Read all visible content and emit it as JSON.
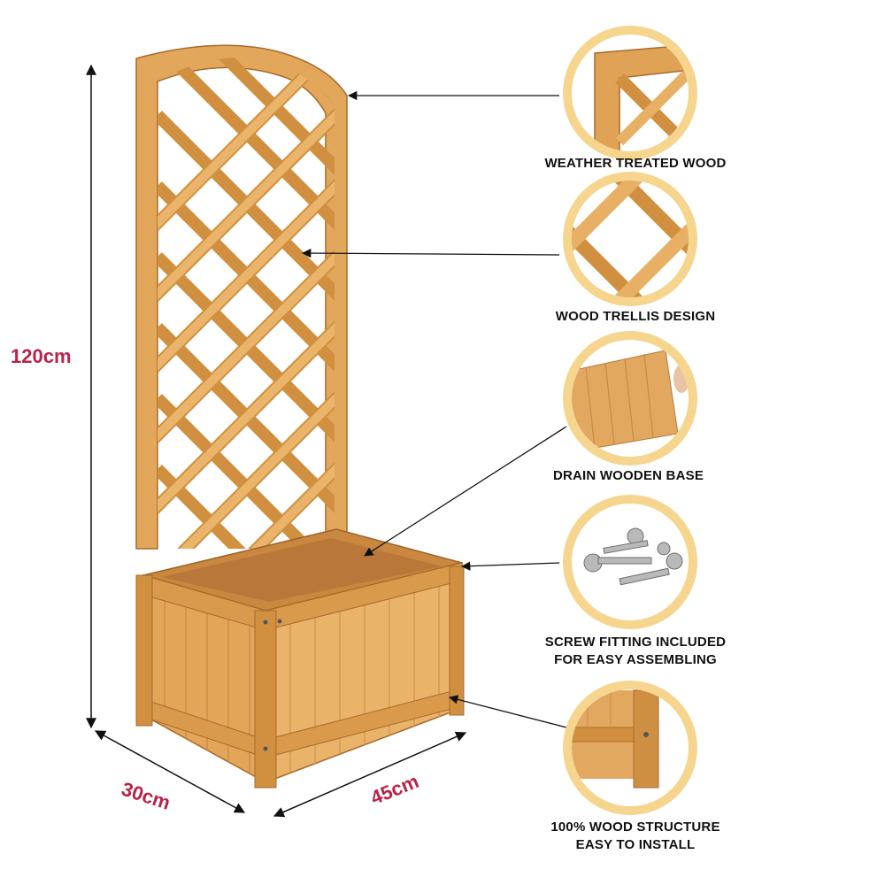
{
  "dimensions": {
    "height": "120cm",
    "depth": "30cm",
    "width": "45cm"
  },
  "features": [
    {
      "line1": "WEATHER TREATED WOOD",
      "line2": ""
    },
    {
      "line1": "WOOD TRELLIS DESIGN",
      "line2": ""
    },
    {
      "line1": "DRAIN WOODEN BASE",
      "line2": ""
    },
    {
      "line1": "SCREW FITTING INCLUDED",
      "line2": "FOR EASY ASSEMBLING"
    },
    {
      "line1": "100% WOOD STRUCTURE",
      "line2": "EASY TO INSTALL"
    }
  ],
  "colors": {
    "dimension_text": "#b8234a",
    "wood_light": "#eab36a",
    "wood_mid": "#d99a4c",
    "wood_dark": "#b8793a",
    "badge_ring": "#f6d58f"
  }
}
